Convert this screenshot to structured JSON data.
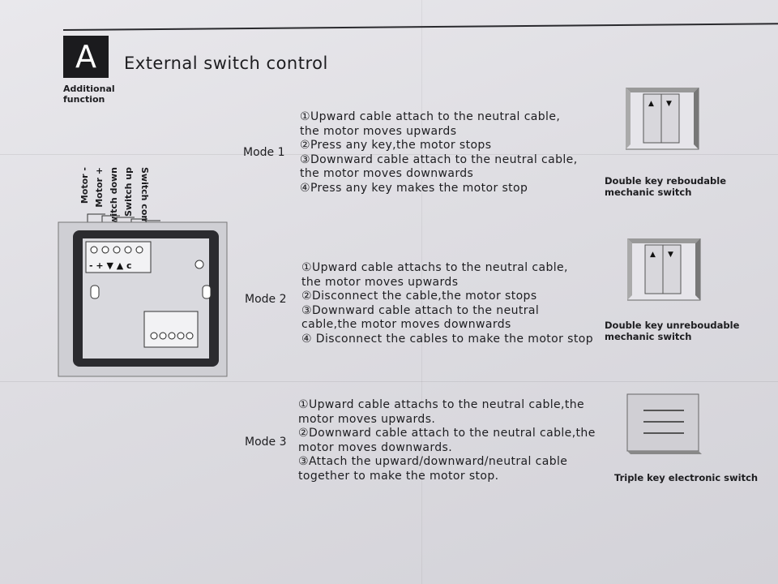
{
  "section_badge": "A",
  "title": "External switch control",
  "subtitle": [
    "Additional",
    "function"
  ],
  "terminal_labels": [
    "Switch com",
    "Switch up",
    "Switch down",
    "Motor +",
    "Motor -"
  ],
  "terminal_marks": "- + ▼ ▲ c",
  "modes": [
    {
      "label": "Mode 1",
      "lines": [
        "①Upward cable attach to the neutral cable,",
        "the motor moves upwards",
        "②Press any key,the motor stops",
        "③Downward cable attach to the neutral cable,",
        "the motor moves downwards",
        "④Press any key makes the motor stop"
      ],
      "caption": [
        "Double key reboudable",
        "mechanic switch"
      ]
    },
    {
      "label": "Mode 2",
      "lines": [
        "①Upward cable attachs to the neutral cable,",
        "the motor moves upwards",
        "②Disconnect the cable,the motor stops",
        "③Downward cable attach to the neutral",
        "cable,the motor moves downwards",
        "④ Disconnect the cables to make the motor stop"
      ],
      "caption": [
        "Double key unreboudable",
        "mechanic switch"
      ]
    },
    {
      "label": "Mode 3",
      "lines": [
        "①Upward cable attachs to the neutral cable,the",
        "motor moves upwards.",
        "②Downward cable attach to the neutral cable,the",
        "motor moves downwards.",
        "③Attach the upward/downward/neutral cable",
        "together to make the motor stop."
      ],
      "caption": [
        "Triple key electronic switch"
      ]
    }
  ]
}
